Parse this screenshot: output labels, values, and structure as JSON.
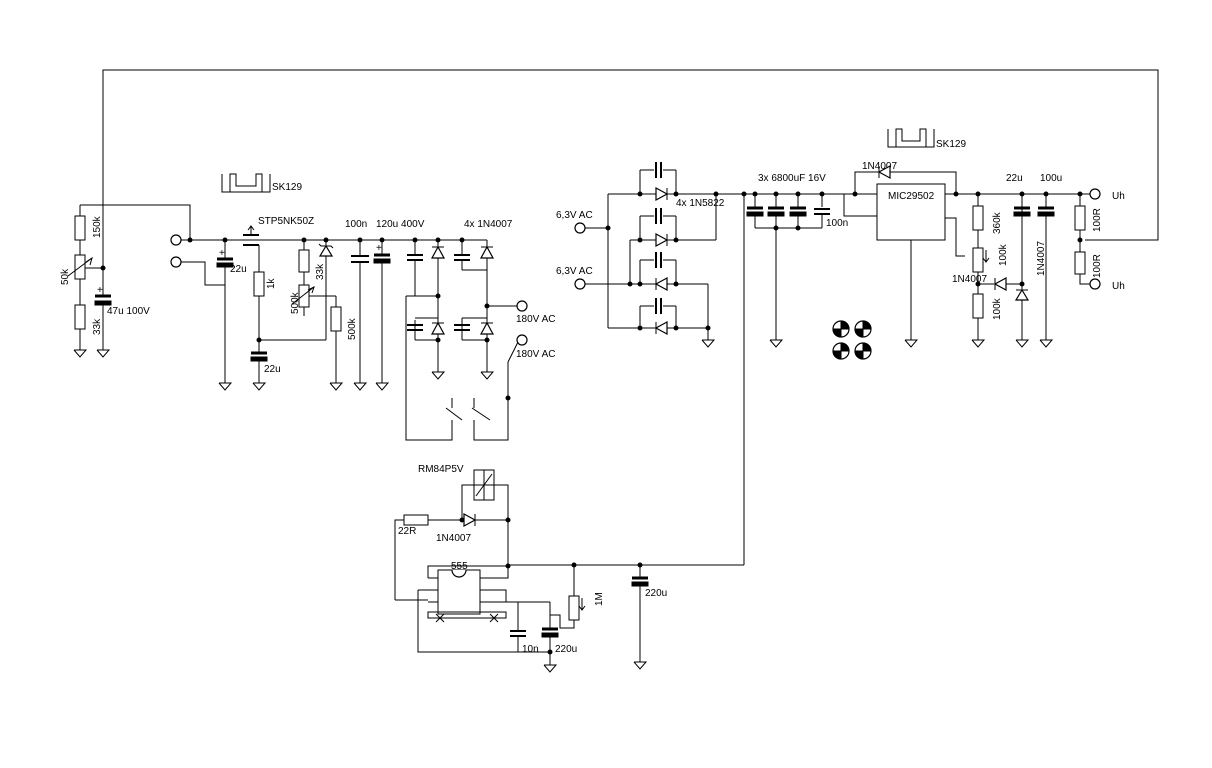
{
  "labels": {
    "sk129_left": "SK129",
    "sk129_right": "SK129",
    "stp": "STP5NK50Z",
    "r150k": "150k",
    "pot50k": "50k",
    "r33k_a": "33k",
    "c47u": "47u 100V",
    "c22u_a": "22u",
    "r1k": "1k",
    "c22u_b": "22u",
    "r33k_b": "33k",
    "pot500k": "500k",
    "r500k": "500k",
    "c100n_a": "100n",
    "c120u": "120u 400V",
    "d4x1n4007": "4x 1N4007",
    "ac180_a": "180V AC",
    "ac180_b": "180V AC",
    "ac63_a": "6,3V AC",
    "ac63_b": "6,3V AC",
    "d4x1n5822": "4x 1N5822",
    "c3x6800": "3x 6800uF 16V",
    "c100n_b": "100n",
    "d1n4007_top": "1N4007",
    "mic": "MIC29502",
    "r360k": "360k",
    "pot100k": "100k",
    "d1n4007_mid": "1N4007",
    "r100k": "100k",
    "d1n4007_right": "1N4007",
    "c22u_c": "22u",
    "c100u": "100u",
    "r100r_a": "100R",
    "r100r_b": "100R",
    "uh_a": "Uh",
    "uh_b": "Uh",
    "relay": "RM84P5V",
    "r22r": "22R",
    "d1n4007_relay": "1N4007",
    "ic555": "555",
    "c10n": "10n",
    "c220u_a": "220u",
    "pot1m": "1M",
    "c220u_b": "220u"
  }
}
